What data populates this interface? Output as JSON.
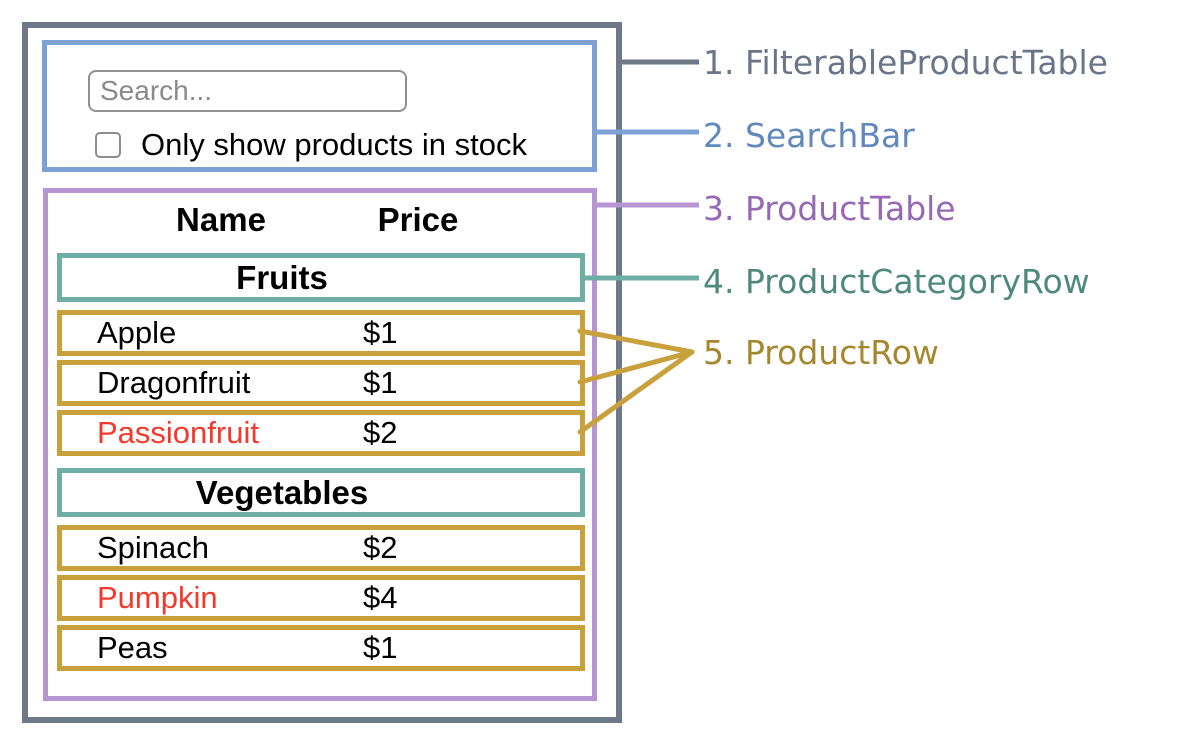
{
  "colors": {
    "slate": "#6E7889",
    "blue": "#7DA1D4",
    "purple": "#B795D3",
    "teal": "#6FAEA4",
    "gold": "#C8A13C",
    "red": "#F4392C"
  },
  "search_bar": {
    "placeholder": "Search...",
    "checkbox_label": "Only show products in stock",
    "checkbox_checked": false
  },
  "product_table": {
    "columns": {
      "name": "Name",
      "price": "Price"
    },
    "sections": [
      {
        "category": "Fruits",
        "rows": [
          {
            "name": "Apple",
            "price": "$1",
            "red_name": false
          },
          {
            "name": "Dragonfruit",
            "price": "$1",
            "red_name": false
          },
          {
            "name": "Passionfruit",
            "price": "$2",
            "red_name": true
          }
        ]
      },
      {
        "category": "Vegetables",
        "rows": [
          {
            "name": "Spinach",
            "price": "$2",
            "red_name": false
          },
          {
            "name": "Pumpkin",
            "price": "$4",
            "red_name": true
          },
          {
            "name": "Peas",
            "price": "$1",
            "red_name": false
          }
        ]
      }
    ]
  },
  "legend": [
    {
      "number": "1.",
      "label": "FilterableProductTable",
      "color": "#6A7588"
    },
    {
      "number": "2.",
      "label": "SearchBar",
      "color": "#6189BD"
    },
    {
      "number": "3.",
      "label": "ProductTable",
      "color": "#9569B3"
    },
    {
      "number": "4.",
      "label": "ProductCategoryRow",
      "color": "#4E897C"
    },
    {
      "number": "5.",
      "label": "ProductRow",
      "color": "#A5872F"
    }
  ]
}
